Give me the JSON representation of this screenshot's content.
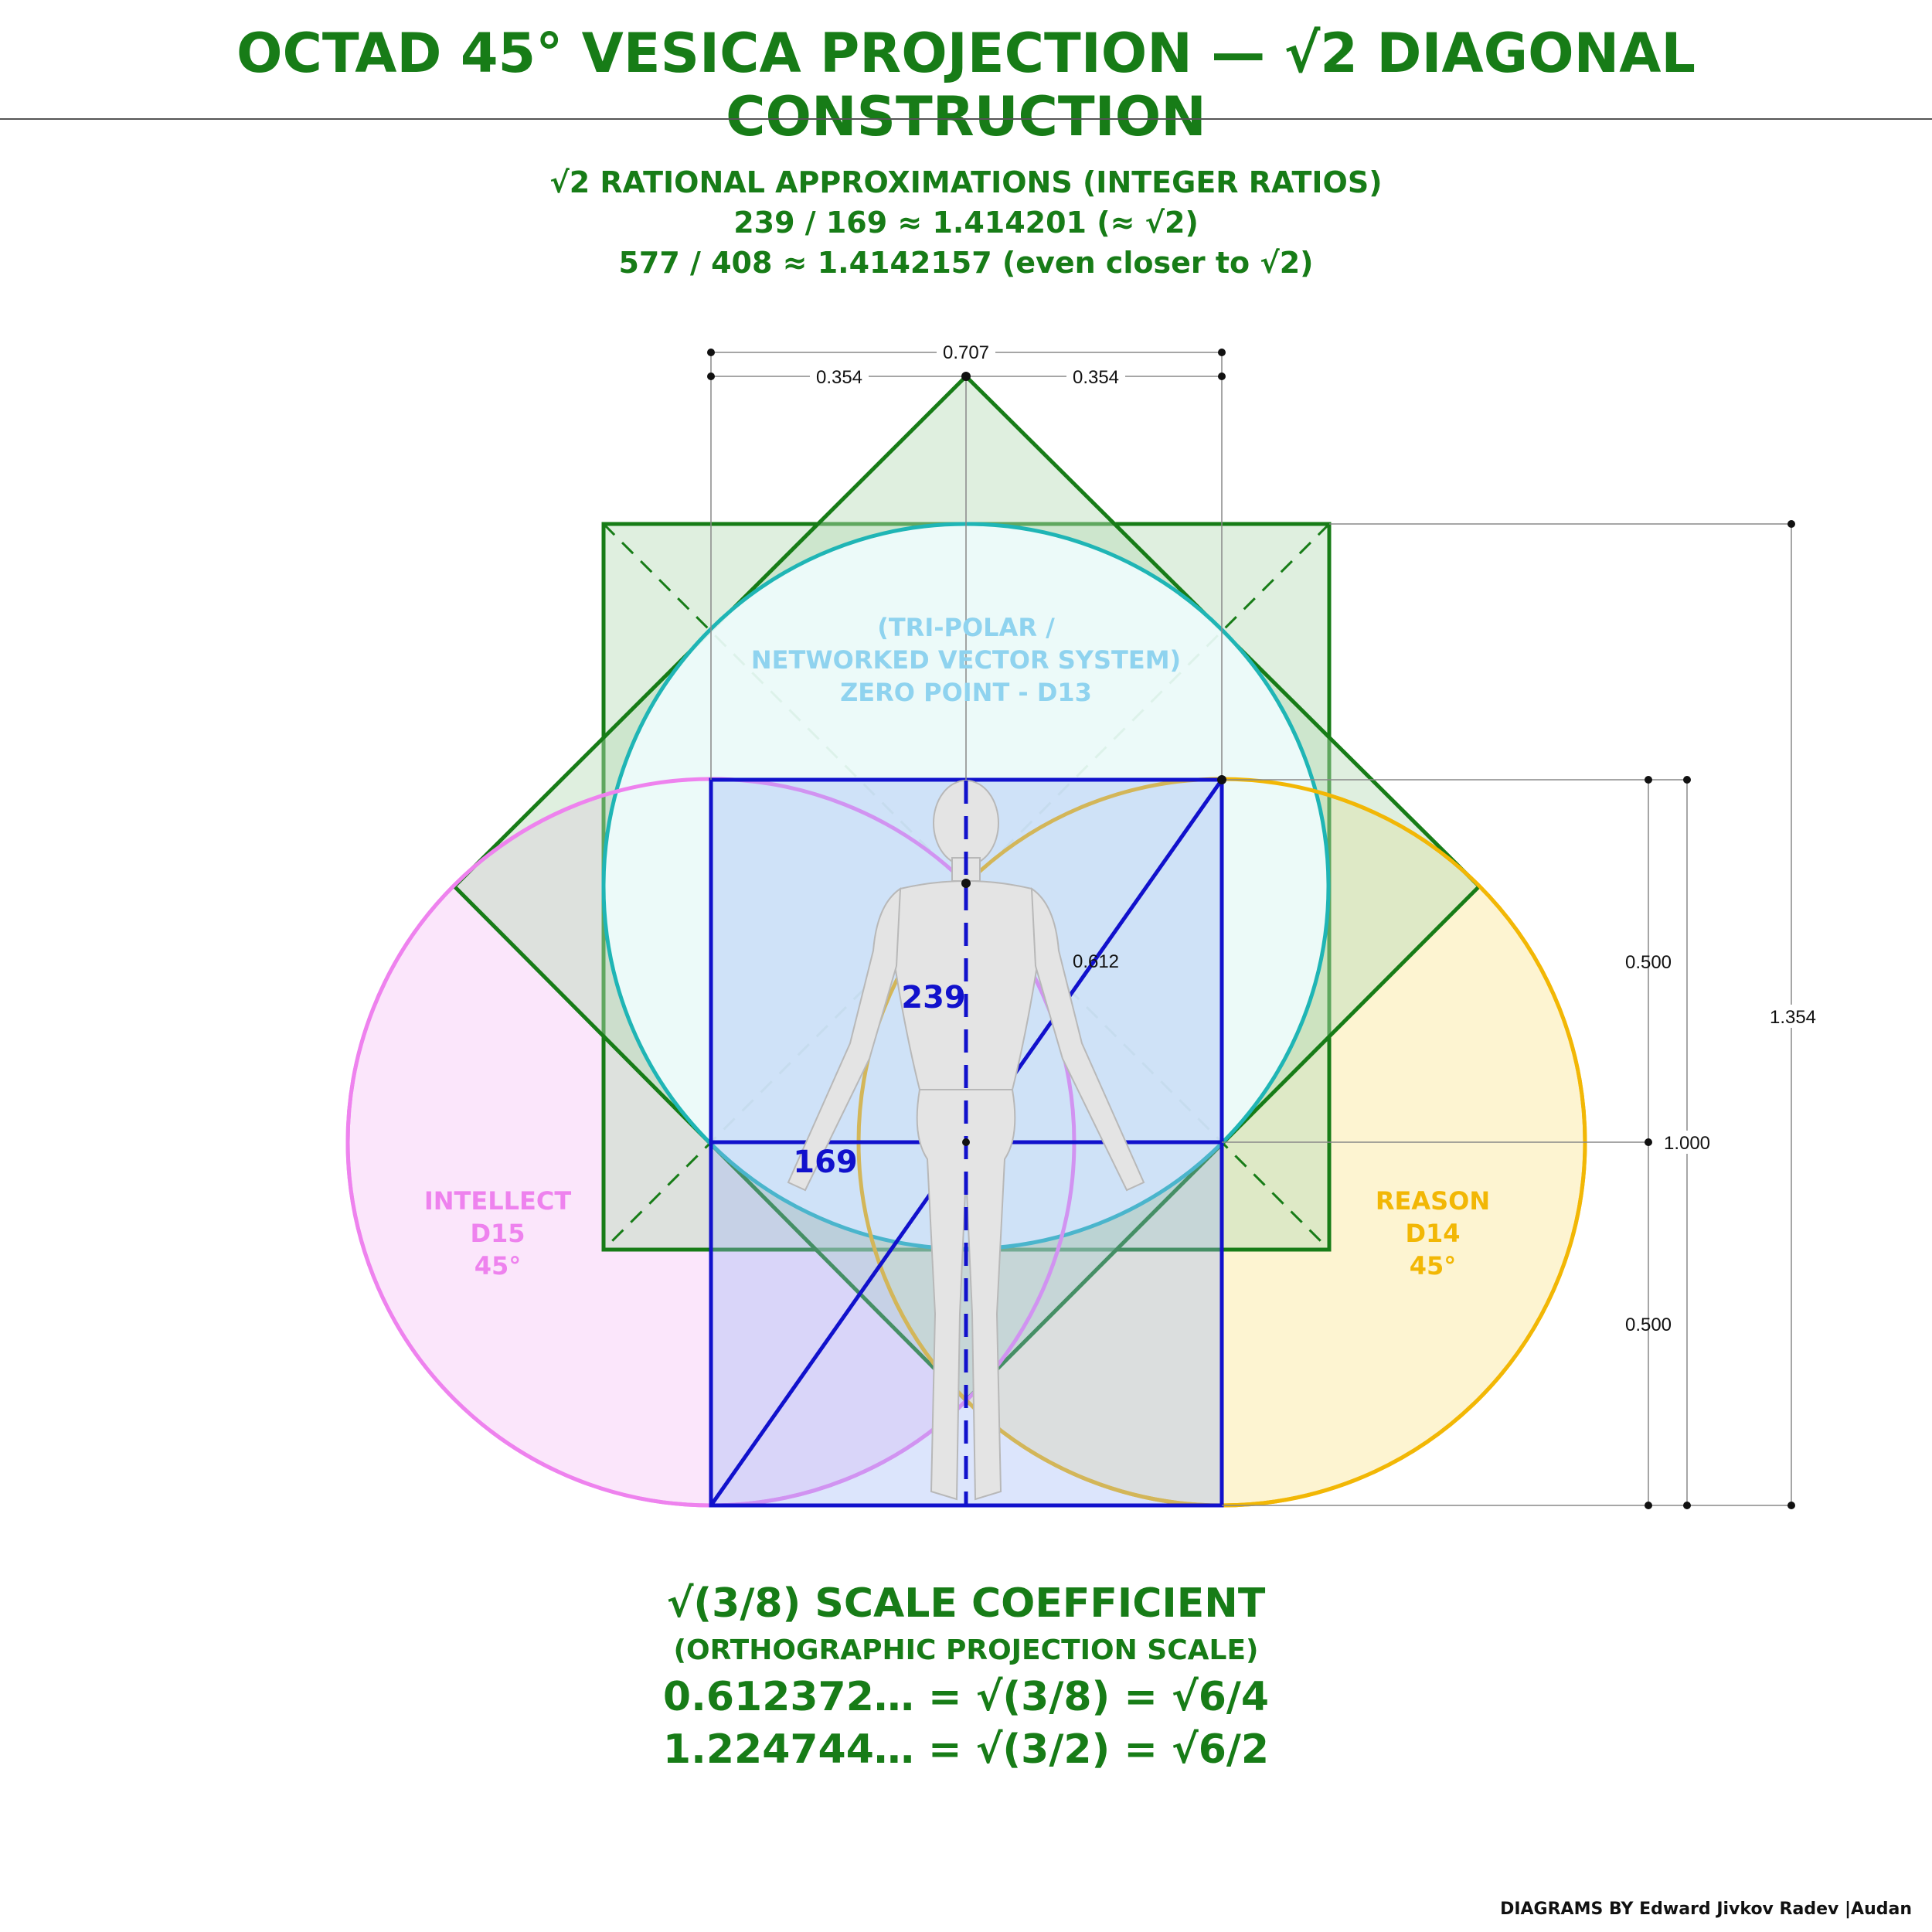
{
  "title": "OCTAD 45° VESICA PROJECTION — √2 DIAGONAL CONSTRUCTION",
  "approximations": {
    "heading": "√2 RATIONAL APPROXIMATIONS (INTEGER RATIOS)",
    "line1": "239 / 169 ≈ 1.414201 (≈ √2)",
    "line2": "577 / 408 ≈ 1.4142157 (even closer to √2)"
  },
  "center_circle": {
    "line1": "(TRI-POLAR /",
    "line2": "NETWORKED VECTOR SYSTEM)",
    "line3": "ZERO POINT - D13"
  },
  "left_circle": {
    "line1": "INTELLECT",
    "line2": "D15",
    "line3": "45°"
  },
  "right_circle": {
    "line1": "REASON",
    "line2": "D14",
    "line3": "45°"
  },
  "rectangle_labels": {
    "diagonal": "239",
    "side": "169"
  },
  "dimensions": {
    "top_total": "0.707",
    "top_half_left": "0.354",
    "top_half_right": "0.354",
    "diagonal": "0.612",
    "right_upper": "0.500",
    "right_lower": "0.500",
    "right_total": "1.000",
    "far_right": "1.354"
  },
  "coefficient": {
    "heading": "√(3/8) SCALE COEFFICIENT",
    "subheading": "(ORTHOGRAPHIC PROJECTION SCALE)",
    "eq1": "0.612372… = √(3/8) = √6/4",
    "eq2": "1.224744… = √(3/2) = √6/2"
  },
  "credit": "DIAGRAMS BY Edward Jivkov Radev  |Audan",
  "colors": {
    "green": "#177c17",
    "blue": "#1111cc",
    "pink": "#ee82ee",
    "gold": "#f2b705",
    "teal": "#1fb5b5",
    "light_blue_text": "#8fd3ef"
  }
}
